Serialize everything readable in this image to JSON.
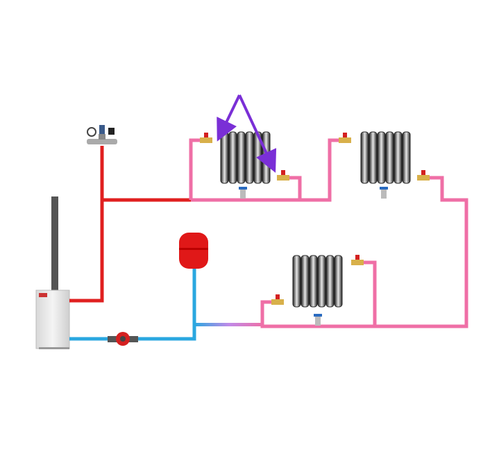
{
  "diagram": {
    "type": "heating-system-schematic",
    "colors": {
      "supply": "#e02020",
      "circuit": "#ef6fa6",
      "return": "#2aa7e0",
      "arrow": "#7a2fd6",
      "tank": "#e01818",
      "radiator": "#2e2e2e"
    },
    "components": [
      "boiler",
      "chimney",
      "safety-group",
      "expansion-tank",
      "circulation-pump",
      "radiator-1",
      "radiator-2",
      "radiator-3"
    ]
  }
}
